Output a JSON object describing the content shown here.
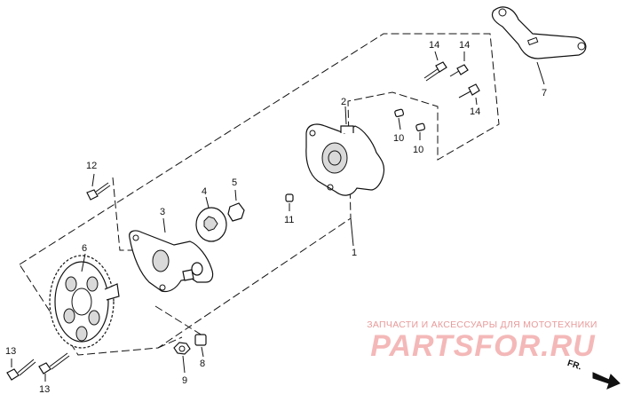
{
  "callouts": {
    "c1": "1",
    "c2": "2",
    "c3": "3",
    "c4": "4",
    "c5": "5",
    "c6": "6",
    "c7": "7",
    "c8": "8",
    "c9": "9",
    "c10a": "10",
    "c10b": "10",
    "c11": "11",
    "c12": "12",
    "c13a": "13",
    "c13b": "13",
    "c14a": "14",
    "c14b": "14",
    "c14c": "14"
  },
  "watermark": {
    "caption": "ЗАПЧАСТИ И АКСЕССУАРЫ ДЛЯ МОТОТЕХНИКИ",
    "logo": "PARTSFOR.RU"
  },
  "direction": {
    "label": "FR."
  },
  "colors": {
    "line": "#111111",
    "watermark": "#f4b8b8",
    "watermark_caption": "#e89a9a"
  }
}
